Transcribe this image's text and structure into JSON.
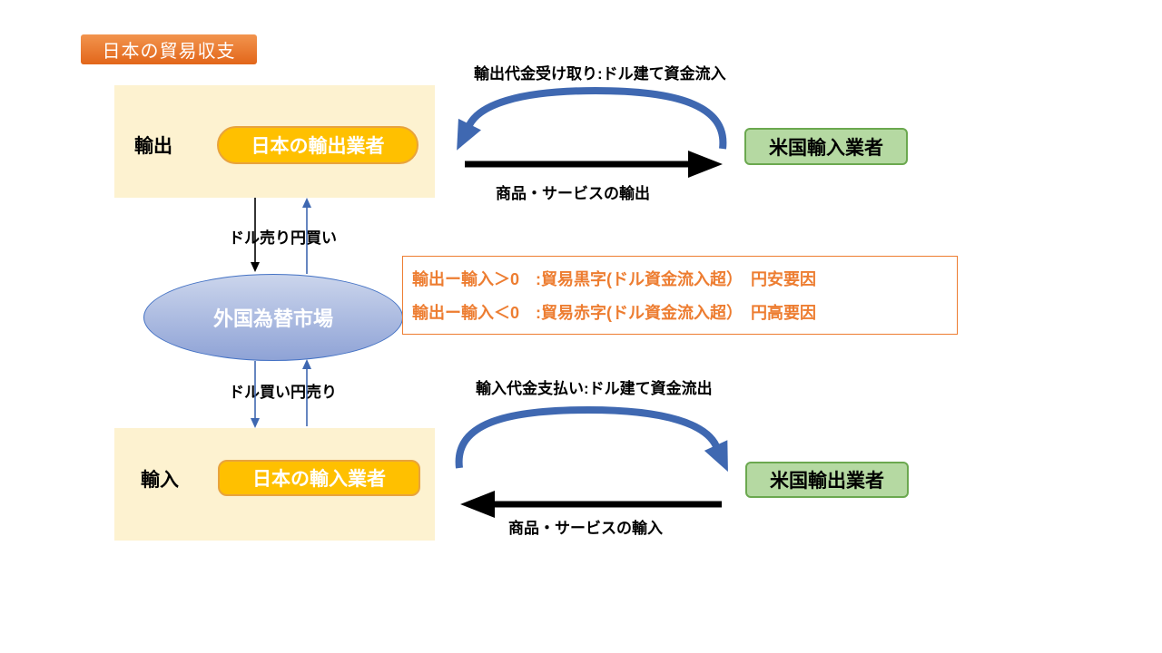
{
  "title": "日本の貿易収支",
  "export_section": {
    "label": "輸出",
    "exporter": "日本の輸出業者",
    "us_importer": "米国輸入業者",
    "payment_label": "輸出代金受け取り:ドル建て資金流入",
    "goods_label": "商品・サービスの輸出"
  },
  "import_section": {
    "label": "輸入",
    "importer": "日本の輸入業者",
    "us_exporter": "米国輸出業者",
    "payment_label": "輸入代金支払い:ドル建て資金流出",
    "goods_label": "商品・サービスの輸入"
  },
  "fx_market": {
    "label": "外国為替市場",
    "sell_dollar_buy_yen": "ドル売り円買い",
    "buy_dollar_sell_yen": "ドル買い円売り"
  },
  "info_box": {
    "line1": "輸出ー輸入＞0　:貿易黒字(ドル資金流入超）　円安要因",
    "line2": "輸出ー輸入＜0　:貿易赤字(ドル資金流入超）　円高要因"
  },
  "colors": {
    "accent_orange": "#ED7D31",
    "title_orange_top": "#F2944E",
    "title_orange_bottom": "#E2661A",
    "cream": "#FDF2D0",
    "gold": "#FFC000",
    "gold_border": "#E8A33D",
    "green_fill": "#B5D9A2",
    "green_border": "#6BA84F",
    "blue": "#3F68B1",
    "ellipse_top": "#CBD5EC",
    "ellipse_bottom": "#8FA3D6",
    "ellipse_border": "#4472C4"
  }
}
